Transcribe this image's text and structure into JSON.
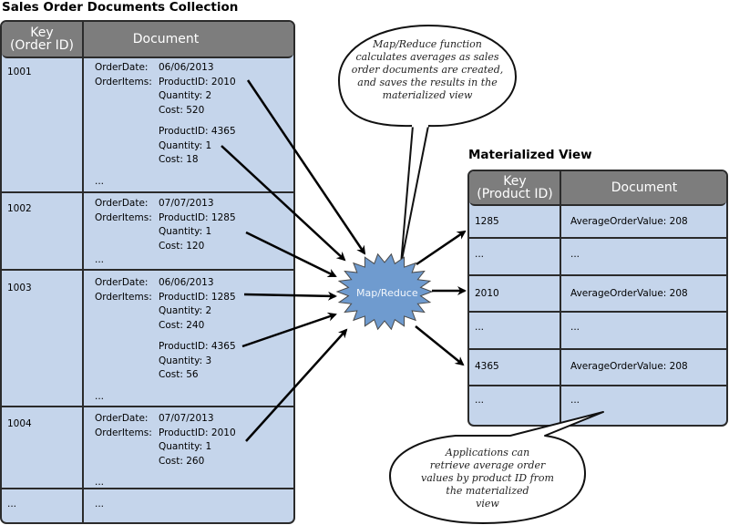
{
  "sales_collection": {
    "title": "Sales Order Documents Collection",
    "headers": {
      "key_line1": "Key",
      "key_line2": "(Order ID)",
      "document": "Document"
    },
    "rows": [
      {
        "key": "1001",
        "order_date_label": "OrderDate:",
        "order_date": "06/06/2013",
        "order_items_label": "OrderItems:",
        "items": [
          {
            "product": "ProductID: 2010",
            "quantity": "Quantity: 2",
            "cost": "Cost: 520"
          },
          {
            "product": "ProductID: 4365",
            "quantity": "Quantity: 1",
            "cost": "Cost: 18"
          }
        ],
        "more": "..."
      },
      {
        "key": "1002",
        "order_date_label": "OrderDate:",
        "order_date": "07/07/2013",
        "order_items_label": "OrderItems:",
        "items": [
          {
            "product": "ProductID: 1285",
            "quantity": "Quantity: 1",
            "cost": "Cost: 120"
          }
        ],
        "more": "..."
      },
      {
        "key": "1003",
        "order_date_label": "OrderDate:",
        "order_date": "06/06/2013",
        "order_items_label": "OrderItems:",
        "items": [
          {
            "product": "ProductID: 1285",
            "quantity": "Quantity: 2",
            "cost": "Cost: 240"
          },
          {
            "product": "ProductID: 4365",
            "quantity": "Quantity: 3",
            "cost": "Cost: 56"
          }
        ],
        "more": "..."
      },
      {
        "key": "1004",
        "order_date_label": "OrderDate:",
        "order_date": "07/07/2013",
        "order_items_label": "OrderItems:",
        "items": [
          {
            "product": "ProductID: 2010",
            "quantity": "Quantity: 1",
            "cost": "Cost: 260"
          }
        ],
        "more": "..."
      },
      {
        "key": "...",
        "doc_more": "..."
      }
    ]
  },
  "map_reduce": {
    "label": "Map/Reduce",
    "fill_color": "#6f9bcf"
  },
  "top_callout": {
    "lines": [
      "Map/Reduce function",
      "calculates averages as sales",
      "order documents are created,",
      "and saves the results in the",
      "materialized view"
    ]
  },
  "materialized_view": {
    "title": "Materialized View",
    "headers": {
      "key_line1": "Key",
      "key_line2": "(Product ID)",
      "document": "Document"
    },
    "rows": [
      {
        "key": "1285",
        "document": "AverageOrderValue: 208"
      },
      {
        "key": "...",
        "document": "..."
      },
      {
        "key": "2010",
        "document": "AverageOrderValue: 208"
      },
      {
        "key": "...",
        "document": "..."
      },
      {
        "key": "4365",
        "document": "AverageOrderValue: 208"
      },
      {
        "key": "...",
        "document": "..."
      }
    ]
  },
  "bottom_callout": {
    "lines": [
      "Applications can",
      "retrieve average order",
      "values by product ID from",
      "the materialized",
      "view"
    ]
  },
  "colors": {
    "table_fill": "#c5d5eb",
    "header_fill": "#7d7d7d",
    "border": "#2b2b2b"
  }
}
